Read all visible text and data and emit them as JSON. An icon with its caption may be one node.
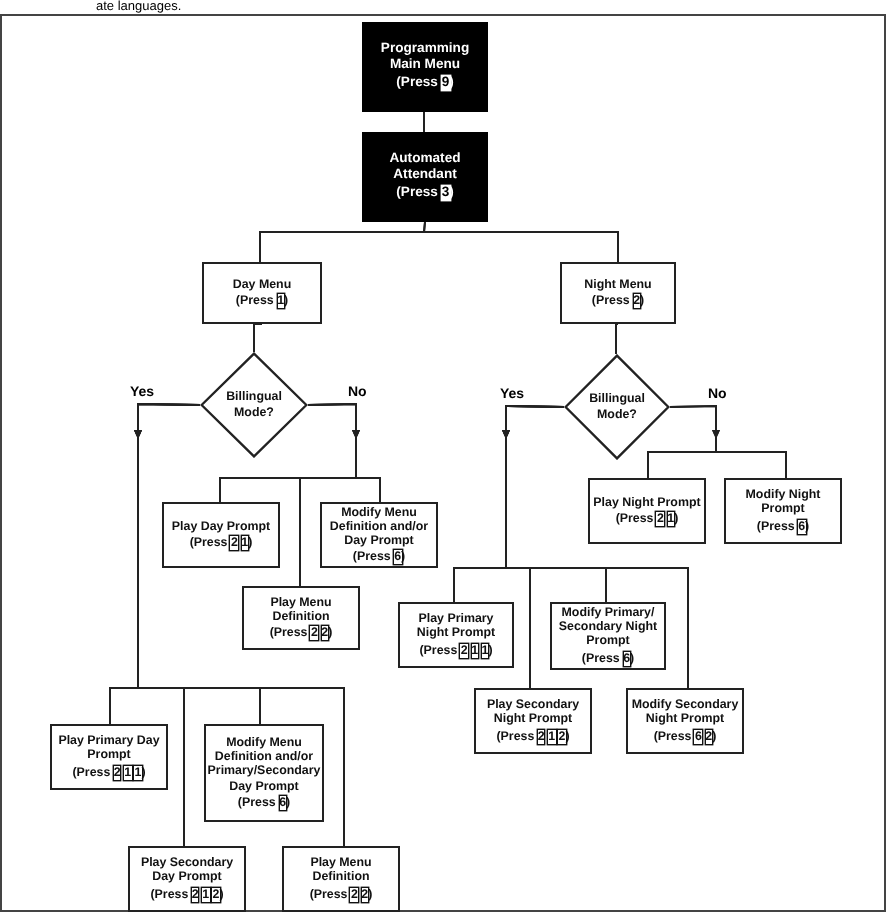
{
  "diagram": {
    "nodes": [
      {
        "text": [
          "Programming Main Menu",
          "(Press 9)"
        ]
      },
      {
        "text": [
          "Automated Attendant",
          "(Press 3)"
        ]
      },
      {
        "text": [
          "Day Menu",
          "(Press 1)"
        ]
      },
      {
        "text": [
          "Night Menu",
          "(Press 2)"
        ]
      },
      {
        "text": [
          "Billingual Mode?"
        ]
      },
      {
        "text": [
          "Billingual Mode?"
        ]
      },
      {
        "text": [
          "Play Night Prompt",
          "(Press 2 1)"
        ]
      },
      {
        "text": [
          "Modify Night Prompt",
          "(Press 6)"
        ]
      },
      {
        "text": [
          "Play Day Prompt",
          "(Press 2 1)"
        ]
      },
      {
        "text": [
          "Modify Menu Definition and/or Day Prompt",
          "(Press 6)"
        ]
      },
      {
        "text": [
          "Play Menu Definition",
          "(Press 2 2)"
        ]
      },
      {
        "text": [
          "Play Primary Night Prompt",
          "(Press 2 1 1)"
        ]
      },
      {
        "text": [
          "Modify Primary/ Secondary Night Prompt",
          "(Press 6)"
        ]
      },
      {
        "text": [
          "Play Secondary Night Prompt",
          "(Press 2 1 2)"
        ]
      },
      {
        "text": [
          "Modify Secondary Night Prompt",
          "(Press 6 2)"
        ]
      },
      {
        "text": [
          "Play Primary Day Prompt",
          "(Press 2 1 1)"
        ]
      },
      {
        "text": [
          "Modify Menu Definition and/or Primary/Secondary Day Prompt",
          "(Press 6)"
        ]
      },
      {
        "text": [
          "Play Secondary Day Prompt",
          "(Press 2 1 2)"
        ]
      },
      {
        "text": [
          "Play Menu Definition",
          "(Press 2 2)"
        ]
      }
    ],
    "edges": [
      {
        "from": 0,
        "to": 1,
        "arrow": "none"
      },
      {
        "from": 1,
        "to": 2,
        "arrow": "none"
      },
      {
        "from": 1,
        "to": 3,
        "arrow": "none"
      },
      {
        "from": 2,
        "to": 4,
        "arrow": "none"
      },
      {
        "from": 3,
        "to": 5,
        "arrow": "none"
      },
      {
        "from": 4,
        "to": 15,
        "arrow": "to",
        "label": "Yes"
      },
      {
        "from": 4,
        "to": 17,
        "arrow": "to"
      },
      {
        "from": 4,
        "to": 16,
        "arrow": "to"
      },
      {
        "from": 4,
        "to": 18,
        "arrow": "to"
      },
      {
        "from": 4,
        "to": 8,
        "arrow": "to",
        "label": "No"
      },
      {
        "from": 4,
        "to": 10,
        "arrow": "to"
      },
      {
        "from": 4,
        "to": 9,
        "arrow": "to"
      },
      {
        "from": 5,
        "to": 11,
        "arrow": "to",
        "label": "Yes"
      },
      {
        "from": 5,
        "to": 13,
        "arrow": "to"
      },
      {
        "from": 5,
        "to": 12,
        "arrow": "to"
      },
      {
        "from": 5,
        "to": 14,
        "arrow": "to"
      },
      {
        "from": 5,
        "to": 6,
        "arrow": "to",
        "label": "No"
      },
      {
        "from": 5,
        "to": 7,
        "arrow": "to"
      }
    ],
    "labels": [
      "ate languages."
    ]
  }
}
